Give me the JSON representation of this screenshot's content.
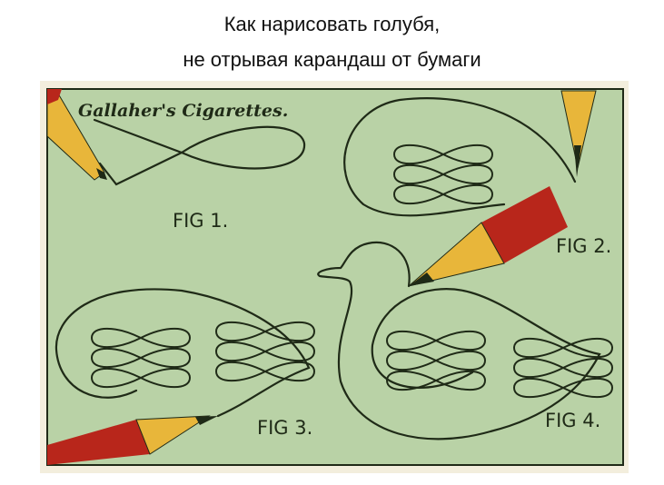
{
  "title": {
    "line1": "Как нарисовать голубя,",
    "line2": "не отрывая карандаш от бумаги"
  },
  "card": {
    "brand": "Gallaher's Cigarettes.",
    "figures": [
      "FIG 1.",
      "FIG 2.",
      "FIG 3.",
      "FIG 4."
    ],
    "colors": {
      "background": "#b9d2a6",
      "ink": "#1f2a17",
      "pencil_red": "#b8261b",
      "pencil_wood": "#e8b63a"
    }
  }
}
